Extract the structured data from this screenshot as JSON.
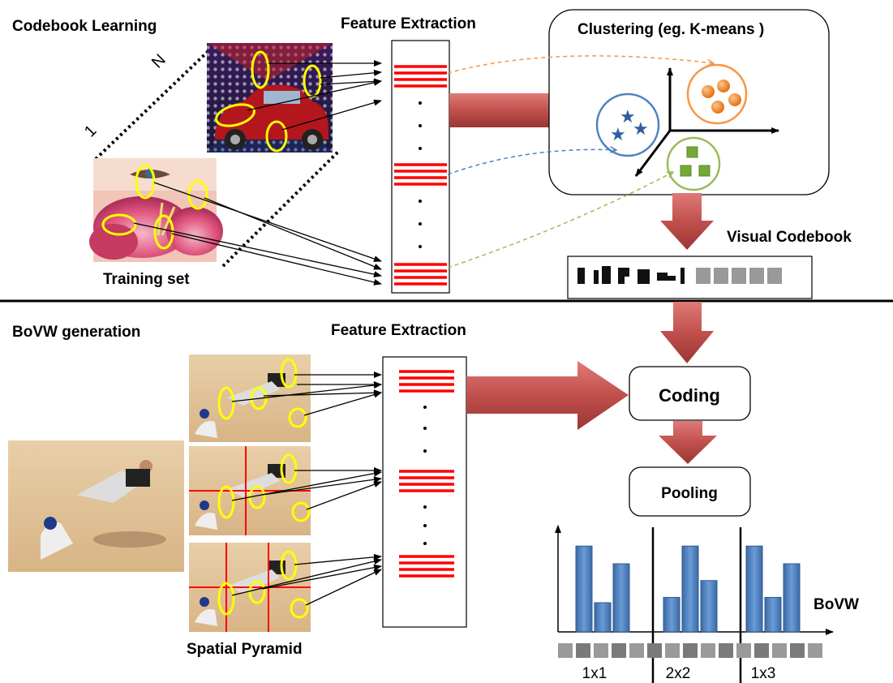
{
  "top": {
    "title": "Codebook Learning",
    "feature_extraction": "Feature Extraction",
    "clustering": "Clustering (eg. K-means )",
    "visual_codebook": "Visual Codebook",
    "training_set": "Training set",
    "axis_one": "1",
    "axis_n": "N"
  },
  "bottom": {
    "title": "BoVW generation",
    "feature_extraction": "Feature Extraction",
    "coding": "Coding",
    "pooling": "Pooling",
    "bovw": "BoVW",
    "spatial_pyramid": "Spatial Pyramid",
    "level_labels": [
      "1x1",
      "2x2",
      "1x3"
    ]
  },
  "colors": {
    "arrow_red": "#c0504d",
    "feature_line": "#ff0000",
    "keypoint": "#ffff00",
    "bar": "#4f81bd",
    "cluster_orange": "#f79646",
    "cluster_blue": "#4f81bd",
    "cluster_green": "#9bbb59"
  },
  "chart_data": {
    "type": "bar",
    "title": "",
    "xlabel": "",
    "ylabel": "",
    "groups": [
      {
        "label": "1x1",
        "values": [
          0.97,
          0.33,
          0.77
        ]
      },
      {
        "label": "2x2",
        "values": [
          0.39,
          0.97,
          0.58
        ]
      },
      {
        "label": "1x3",
        "values": [
          0.97,
          0.39,
          0.77
        ]
      }
    ],
    "ylim": [
      0,
      1.1
    ],
    "grid": false,
    "legend": "none"
  }
}
